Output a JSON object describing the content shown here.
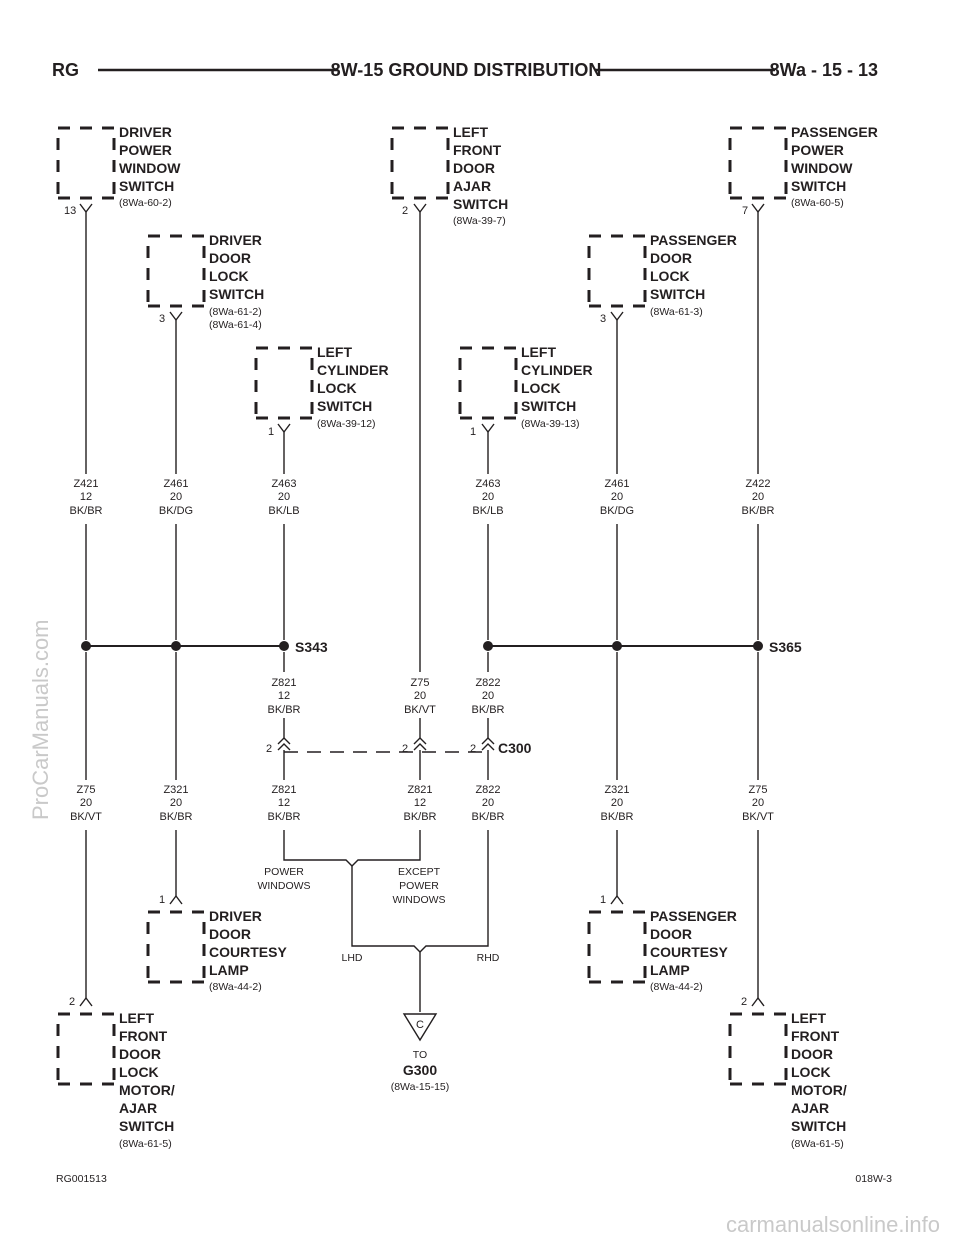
{
  "header": {
    "left": "RG",
    "title": "8W-15 GROUND DISTRIBUTION",
    "page": "8Wa - 15 - 13"
  },
  "footer": {
    "left_code": "RG001513",
    "right_code": "018W-3"
  },
  "watermarks": {
    "side": "ProCarManuals.com",
    "bottom": "carmanualsonline.info"
  },
  "components": {
    "driver_window_switch": {
      "lines": [
        "DRIVER",
        "POWER",
        "WINDOW",
        "SWITCH"
      ],
      "refs": [
        "(8Wa-60-2)"
      ],
      "pin": "13"
    },
    "driver_door_lock_switch": {
      "lines": [
        "DRIVER",
        "DOOR",
        "LOCK",
        "SWITCH"
      ],
      "refs": [
        "(8Wa-61-2)",
        "(8Wa-61-4)"
      ],
      "pin": "3"
    },
    "left_cyl_lock_switch_a": {
      "lines": [
        "LEFT",
        "CYLINDER",
        "LOCK",
        "SWITCH"
      ],
      "refs": [
        "(8Wa-39-12)"
      ],
      "pin": "1"
    },
    "left_front_door_ajar_switch": {
      "lines": [
        "LEFT",
        "FRONT",
        "DOOR",
        "AJAR",
        "SWITCH"
      ],
      "refs": [
        "(8Wa-39-7)"
      ],
      "pin": "2"
    },
    "left_cyl_lock_switch_b": {
      "lines": [
        "LEFT",
        "CYLINDER",
        "LOCK",
        "SWITCH"
      ],
      "refs": [
        "(8Wa-39-13)"
      ],
      "pin": "1"
    },
    "passenger_door_lock_switch": {
      "lines": [
        "PASSENGER",
        "DOOR",
        "LOCK",
        "SWITCH"
      ],
      "refs": [
        "(8Wa-61-3)"
      ],
      "pin": "3"
    },
    "passenger_window_switch": {
      "lines": [
        "PASSENGER",
        "POWER",
        "WINDOW",
        "SWITCH"
      ],
      "refs": [
        "(8Wa-60-5)"
      ],
      "pin": "7"
    },
    "driver_courtesy_lamp": {
      "lines": [
        "DRIVER",
        "DOOR",
        "COURTESY",
        "LAMP"
      ],
      "refs": [
        "(8Wa-44-2)"
      ],
      "pin": "1"
    },
    "passenger_courtesy_lamp": {
      "lines": [
        "PASSENGER",
        "DOOR",
        "COURTESY",
        "LAMP"
      ],
      "refs": [
        "(8Wa-44-2)"
      ],
      "pin": "1"
    },
    "left_front_lock_motor_a": {
      "lines": [
        "LEFT",
        "FRONT",
        "DOOR",
        "LOCK",
        "MOTOR/",
        "AJAR",
        "SWITCH"
      ],
      "refs": [
        "(8Wa-61-5)"
      ],
      "pin": "2"
    },
    "left_front_lock_motor_b": {
      "lines": [
        "LEFT",
        "FRONT",
        "DOOR",
        "LOCK",
        "MOTOR/",
        "AJAR",
        "SWITCH"
      ],
      "refs": [
        "(8Wa-61-5)"
      ],
      "pin": "2"
    }
  },
  "wires": {
    "z421": [
      "Z421",
      "12",
      "BK/BR"
    ],
    "z461_l": [
      "Z461",
      "20",
      "BK/DG"
    ],
    "z463_l": [
      "Z463",
      "20",
      "BK/LB"
    ],
    "z463_r": [
      "Z463",
      "20",
      "BK/LB"
    ],
    "z461_r": [
      "Z461",
      "20",
      "BK/DG"
    ],
    "z422": [
      "Z422",
      "20",
      "BK/BR"
    ],
    "z821_top": [
      "Z821",
      "12",
      "BK/BR"
    ],
    "z75_top": [
      "Z75",
      "20",
      "BK/VT"
    ],
    "z822_top": [
      "Z822",
      "20",
      "BK/BR"
    ],
    "z75_l": [
      "Z75",
      "20",
      "BK/VT"
    ],
    "z321_l": [
      "Z321",
      "20",
      "BK/BR"
    ],
    "z821_bot_a": [
      "Z821",
      "12",
      "BK/BR"
    ],
    "z821_bot_b": [
      "Z821",
      "12",
      "BK/BR"
    ],
    "z822_bot": [
      "Z822",
      "20",
      "BK/BR"
    ],
    "z321_r": [
      "Z321",
      "20",
      "BK/BR"
    ],
    "z75_r": [
      "Z75",
      "20",
      "BK/VT"
    ]
  },
  "splices": {
    "left": "S343",
    "right": "S365"
  },
  "connector": {
    "name": "C300",
    "pins": [
      "2",
      "2",
      "2"
    ]
  },
  "options": {
    "power_windows": [
      "POWER",
      "WINDOWS"
    ],
    "except_power_windows": [
      "EXCEPT",
      "POWER",
      "WINDOWS"
    ],
    "lhd": "LHD",
    "rhd": "RHD"
  },
  "ground": {
    "letter": "C",
    "to": "TO",
    "name": "G300",
    "ref": "(8Wa-15-15)"
  },
  "colors": {
    "ink": "#231f20",
    "watermark": "#c9c9c9"
  }
}
